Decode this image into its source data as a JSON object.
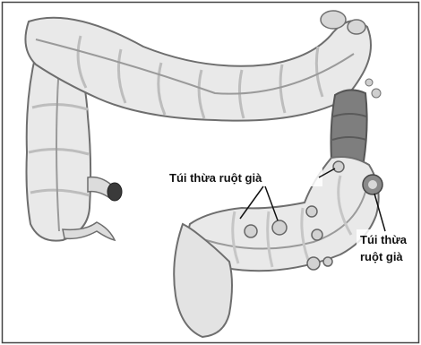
{
  "colors": {
    "frame": "#444444",
    "tissue_fill": "#e9e9e9",
    "tissue_shadow": "#bdbdbd",
    "tissue_outline": "#6e6e6e",
    "dark_segment": "#7e7e7e",
    "leader": "#111111"
  },
  "labels": {
    "left": "Túi thừa ruột già",
    "right_line1": "Túi thừa",
    "right_line2": "ruột già"
  }
}
